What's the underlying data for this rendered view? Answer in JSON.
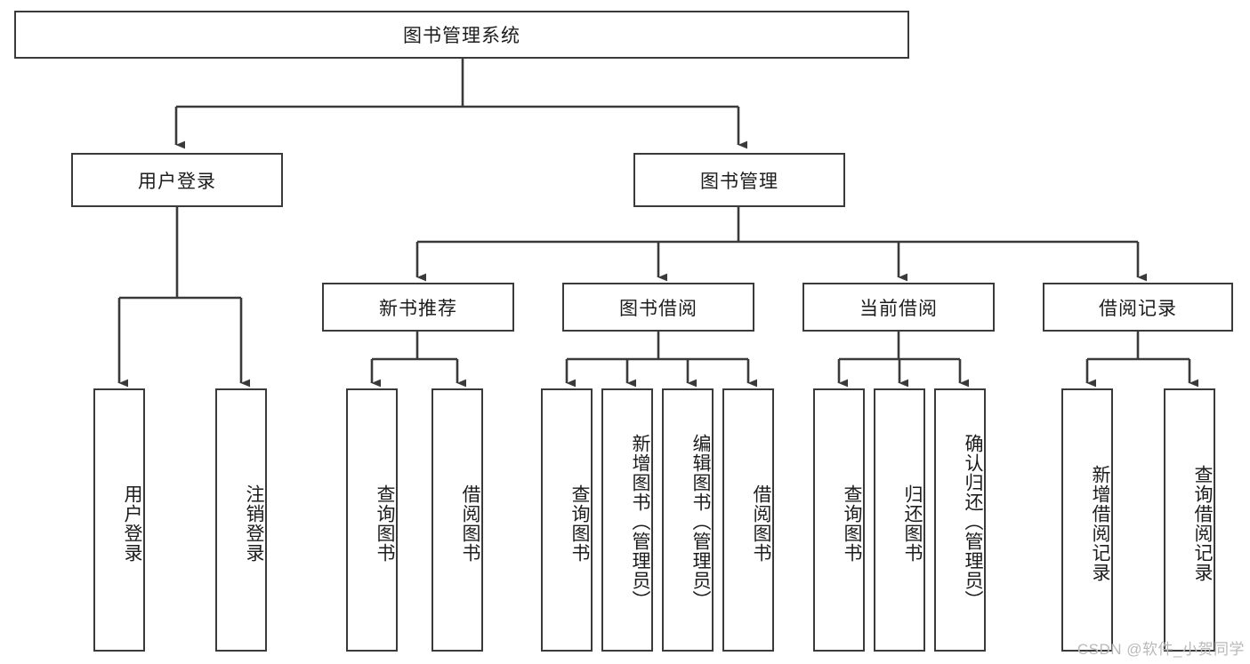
{
  "diagram": {
    "title": "图书管理系统",
    "watermark": "CSDN @软件_小贺同学",
    "line_color": "#3a3a3a",
    "box_fill": "#ffffff",
    "text_color": "#1c1c1c",
    "watermark_color": "#b9b9b9",
    "root": {
      "label": "图书管理系统"
    },
    "level2": [
      {
        "label": "用户登录"
      },
      {
        "label": "图书管理"
      }
    ],
    "level3": [
      {
        "label": "新书推荐"
      },
      {
        "label": "图书借阅"
      },
      {
        "label": "当前借阅"
      },
      {
        "label": "借阅记录"
      }
    ],
    "leaves": {
      "user_login": [
        {
          "label": "用户登录"
        },
        {
          "label": "注销登录"
        }
      ],
      "new_book": [
        {
          "label": "查询图书"
        },
        {
          "label": "借阅图书"
        }
      ],
      "borrow_book": [
        {
          "label": "查询图书"
        },
        {
          "label": "新增图书（管理员）"
        },
        {
          "label": "编辑图书（管理员）"
        },
        {
          "label": "借阅图书"
        }
      ],
      "current_borrow": [
        {
          "label": "查询图书"
        },
        {
          "label": "归还图书"
        },
        {
          "label": "确认归还（管理员）"
        }
      ],
      "borrow_record": [
        {
          "label": "新增借阅记录"
        },
        {
          "label": "查询借阅记录"
        }
      ]
    }
  }
}
